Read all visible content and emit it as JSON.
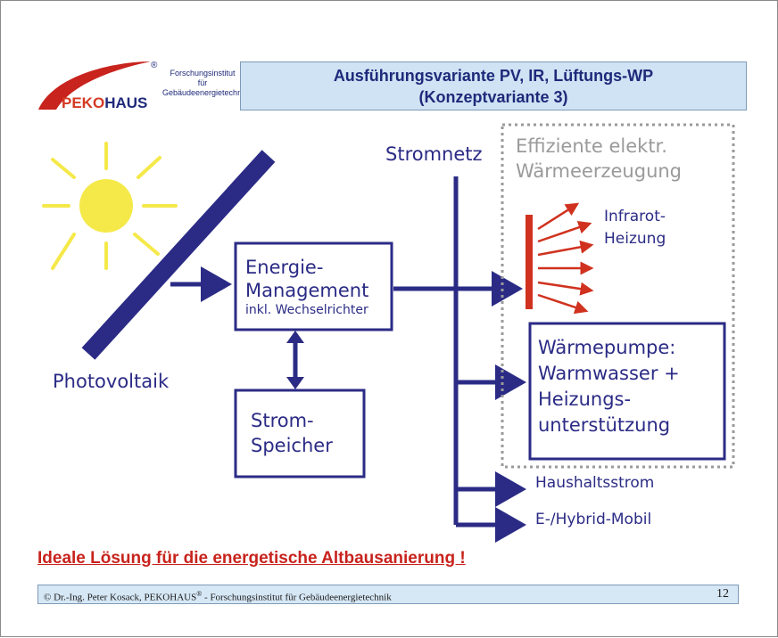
{
  "logo": {
    "brand_pre": "PEKO",
    "brand_post": "HAUS",
    "registered": "®",
    "institute_lines": [
      "Forschungsinstitut",
      "für",
      "Gebäudeenergietechnik"
    ]
  },
  "header": {
    "title_line1": "Ausführungsvariante PV, IR, Lüftungs-WP",
    "title_line2": "(Konzeptvariante 3)"
  },
  "diagram": {
    "photovoltaik": "Photovoltaik",
    "stromnetz": "Stromnetz",
    "energy_mgmt_line1": "Energie-",
    "energy_mgmt_line2": "Management",
    "energy_mgmt_line3": "inkl. Wechselrichter",
    "storage_line1": "Strom-",
    "storage_line2": "Speicher",
    "efficient_line1": "Effiziente elektr.",
    "efficient_line2": "Wärmeerzeugung",
    "infrared_line1": "Infrarot-",
    "infrared_line2": "Heizung",
    "heatpump_line1": "Wärmepumpe:",
    "heatpump_line2": "Warmwasser +",
    "heatpump_line3": "Heizungs-",
    "heatpump_line4": "unterstützung",
    "household": "Haushaltsstrom",
    "mobility": "E-/Hybrid-Mobil"
  },
  "subtitle": "Ideale Lösung für die energetische Altbausanierung !",
  "footer": {
    "copyright_pre": "© Dr.-Ing. Peter Kosack, PEKOHAUS",
    "copyright_reg": "®",
    "copyright_post": " - Forschungsinstitut für Gebäudeenergietechnik",
    "page_number": "12"
  },
  "colors": {
    "navy": "#2b2b86",
    "red": "#d0321f",
    "sun_yellow": "#f5e94a",
    "grey_text": "#9a9a9a",
    "title_bg": "#cfe3f4"
  }
}
